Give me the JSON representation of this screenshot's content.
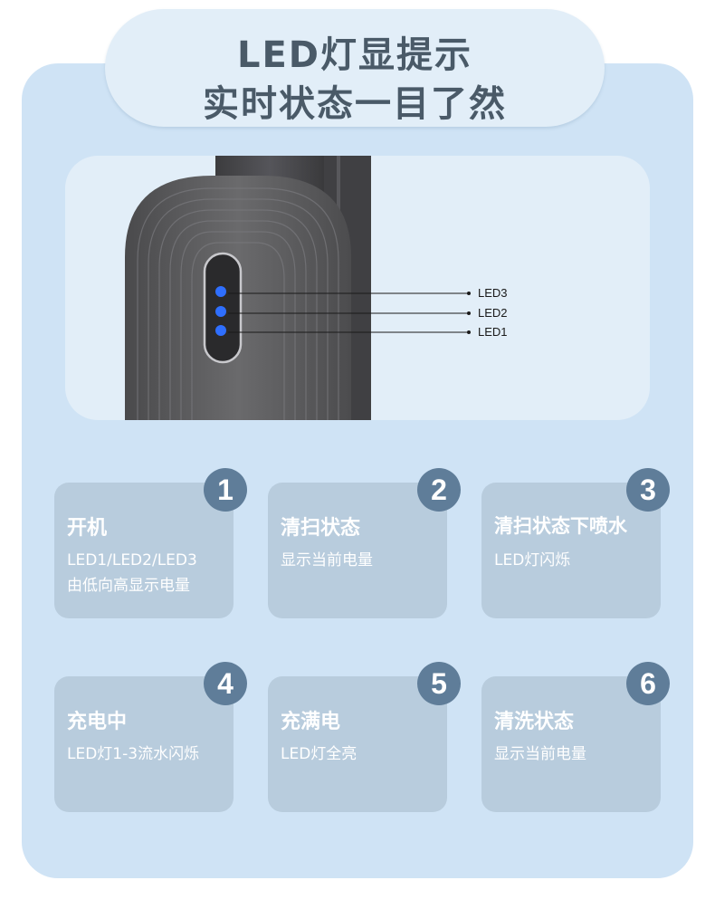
{
  "title": {
    "line1": "LED灯显提示",
    "line2": "实时状态一目了然"
  },
  "product": {
    "led_labels": [
      "LED3",
      "LED2",
      "LED1"
    ],
    "indicator_color": "#2f6fff",
    "device_body_color": "#5a5a5c"
  },
  "steps": [
    {
      "number": "1",
      "title": "开机",
      "desc": [
        "LED1/LED2/LED3",
        "由低向高显示电量"
      ]
    },
    {
      "number": "2",
      "title": "清扫状态",
      "desc": [
        "显示当前电量"
      ]
    },
    {
      "number": "3",
      "title": "清扫状态下喷水",
      "desc": [
        "LED灯闪烁"
      ]
    },
    {
      "number": "4",
      "title": "充电中",
      "desc": [
        "LED灯1-3流水闪烁"
      ]
    },
    {
      "number": "5",
      "title": "充满电",
      "desc": [
        "LED灯全亮"
      ]
    },
    {
      "number": "6",
      "title": "清洗状态",
      "desc": [
        "显示当前电量"
      ]
    }
  ]
}
